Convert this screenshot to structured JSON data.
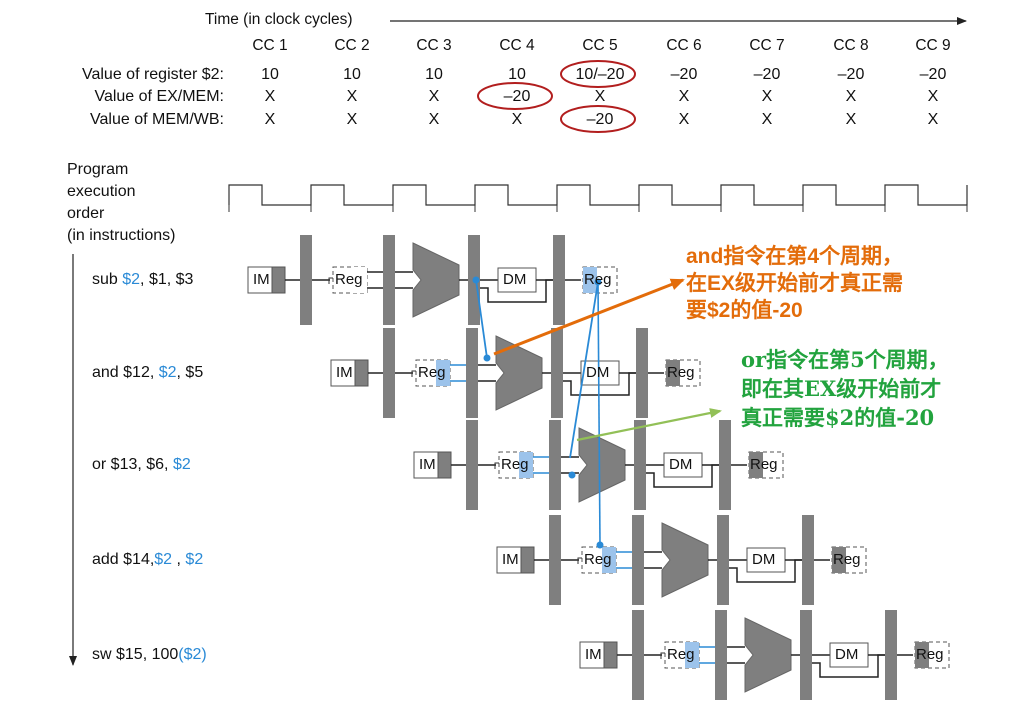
{
  "time_axis": {
    "label": "Time (in clock cycles)"
  },
  "cycles": [
    "CC 1",
    "CC 2",
    "CC 3",
    "CC 4",
    "CC 5",
    "CC 6",
    "CC 7",
    "CC 8",
    "CC 9"
  ],
  "rows": [
    {
      "label": "Value of register $2:",
      "values": [
        "10",
        "10",
        "10",
        "10",
        "10/–20",
        "–20",
        "–20",
        "–20",
        "–20"
      ]
    },
    {
      "label": "Value of EX/MEM:",
      "values": [
        "X",
        "X",
        "X",
        "–20",
        "X",
        "X",
        "X",
        "X",
        "X"
      ]
    },
    {
      "label": "Value of MEM/WB:",
      "values": [
        "X",
        "X",
        "X",
        "X",
        "–20",
        "X",
        "X",
        "X",
        "X"
      ]
    }
  ],
  "program_label": [
    "Program",
    "execution",
    "order",
    "(in instructions)"
  ],
  "instructions": [
    {
      "parts": [
        {
          "t": "sub ",
          "hl": false
        },
        {
          "t": "$2",
          "hl": true
        },
        {
          "t": ", $1, $3",
          "hl": false
        }
      ]
    },
    {
      "parts": [
        {
          "t": "and $12,  ",
          "hl": false
        },
        {
          "t": "$2",
          "hl": true
        },
        {
          "t": ", $5",
          "hl": false
        }
      ]
    },
    {
      "parts": [
        {
          "t": "or $13, $6, ",
          "hl": false
        },
        {
          "t": "$2",
          "hl": true
        }
      ]
    },
    {
      "parts": [
        {
          "t": "add $14,",
          "hl": false
        },
        {
          "t": "$2",
          "hl": true
        },
        {
          "t": " , ",
          "hl": false
        },
        {
          "t": "$2",
          "hl": true
        }
      ]
    },
    {
      "parts": [
        {
          "t": "sw $15, 100",
          "hl": false
        },
        {
          "t": "($2)",
          "hl": true
        }
      ]
    }
  ],
  "stage_labels": {
    "im": "IM",
    "reg": "Reg",
    "dm": "DM"
  },
  "notes": {
    "and_note": [
      [
        {
          "t": "and",
          "latin": true
        },
        {
          "t": "指令在第",
          "latin": false
        },
        {
          "t": "4",
          "latin": true
        },
        {
          "t": "个周期，",
          "latin": false
        }
      ],
      [
        {
          "t": "在",
          "latin": false
        },
        {
          "t": "EX",
          "latin": true
        },
        {
          "t": "级开始前才真正需",
          "latin": false
        }
      ],
      [
        {
          "t": "要",
          "latin": false
        },
        {
          "t": "$2",
          "latin": true
        },
        {
          "t": "的值",
          "latin": false
        },
        {
          "t": "-20",
          "latin": true
        }
      ]
    ],
    "or_note": [
      "or指令在第5个周期，",
      "即在其EX级开始前才",
      "真正需要$2的值-20"
    ]
  },
  "colors": {
    "pipe_gray": "#7f7f7f",
    "highlight_blue": "#9cc3eb",
    "forward_line": "#2a8ad6",
    "circle_red": "#b21e1e",
    "orange": "#e36c0a",
    "green": "#22a33e",
    "green_arrow": "#92c057"
  },
  "highlights": {
    "circled": [
      {
        "row": 0,
        "cycle": 4
      },
      {
        "row": 1,
        "cycle": 3
      },
      {
        "row": 2,
        "cycle": 4
      }
    ],
    "reg_read_highlight_instr": [
      1,
      2,
      3,
      4
    ],
    "reg_write_highlight_instr": [
      0
    ]
  }
}
